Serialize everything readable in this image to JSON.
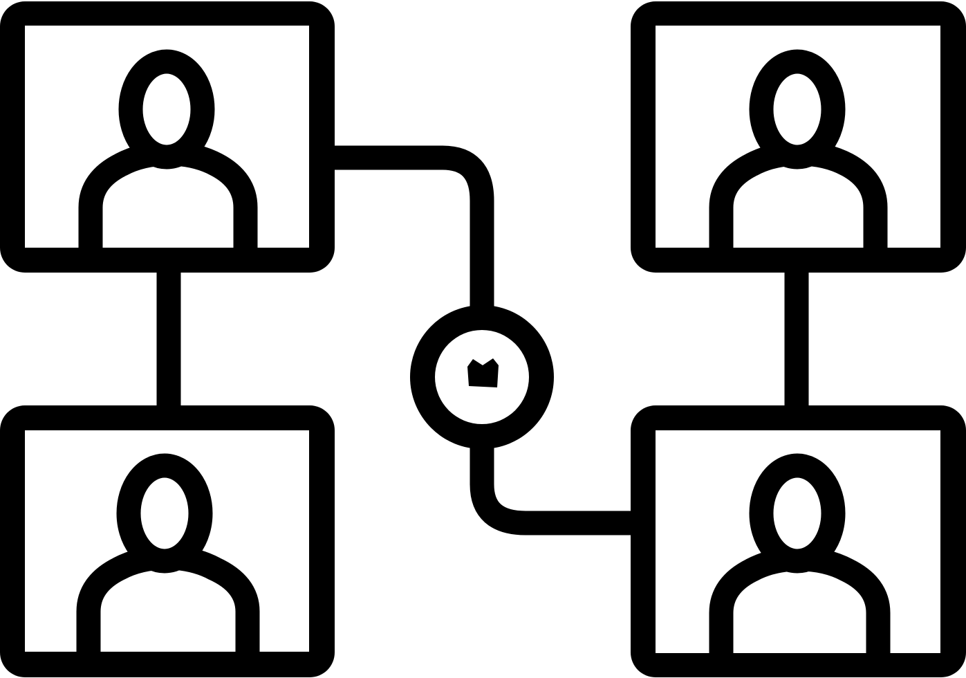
{
  "icon": {
    "name": "video-conference-network-icon",
    "stroke_color": "#000000",
    "background_color": "#ffffff",
    "participants": [
      {
        "id": "top-left",
        "icon": "user-icon"
      },
      {
        "id": "bottom-left",
        "icon": "user-icon"
      },
      {
        "id": "top-right",
        "icon": "user-icon"
      },
      {
        "id": "bottom-right",
        "icon": "user-icon"
      }
    ],
    "hub": {
      "icon": "crown-icon"
    }
  }
}
